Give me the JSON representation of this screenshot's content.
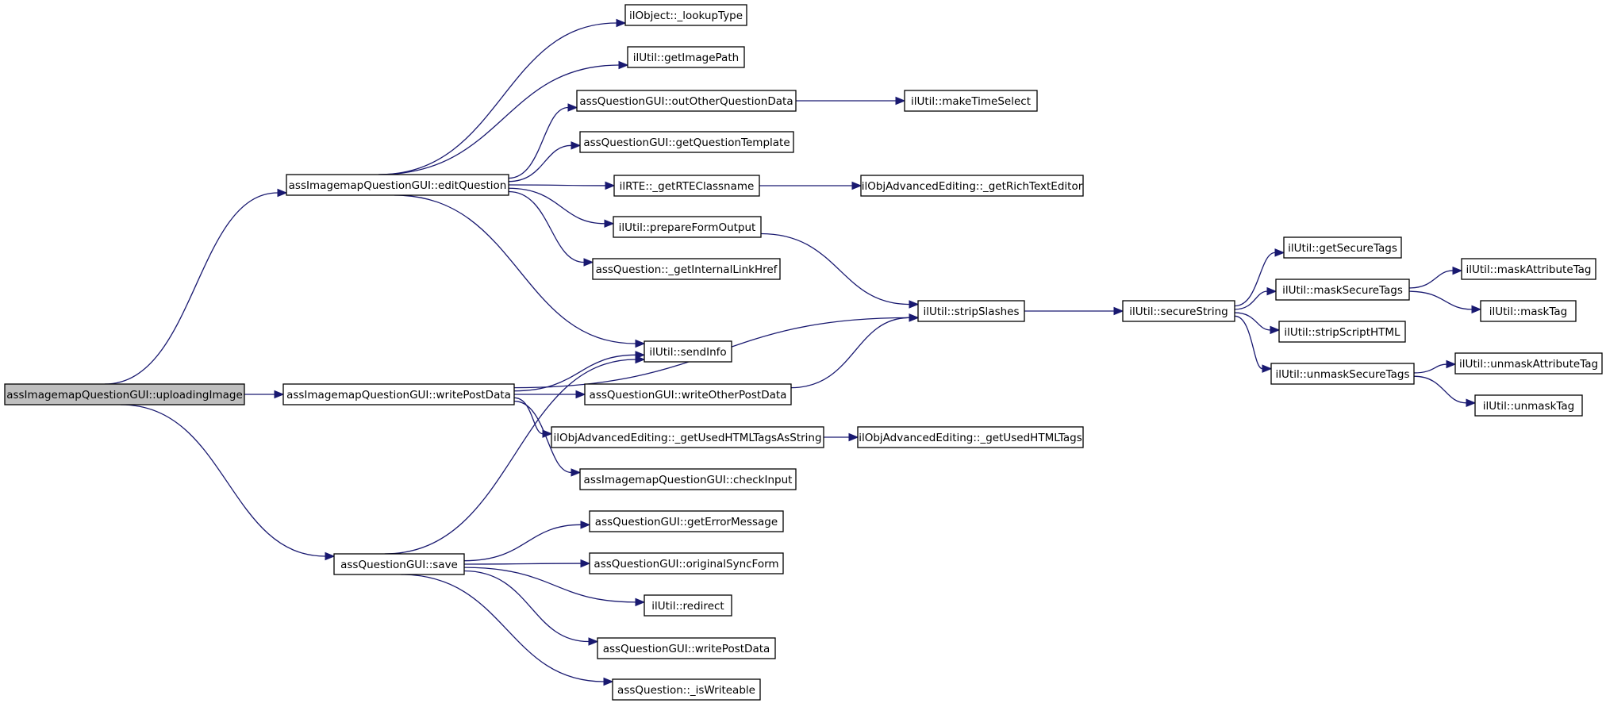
{
  "diagram": {
    "type": "call-graph",
    "nodes": [
      {
        "id": "root",
        "label": "assImagemapQuestionGUI::uploadingImage",
        "root": true
      },
      {
        "id": "edit",
        "label": "assImagemapQuestionGUI::editQuestion"
      },
      {
        "id": "wpd",
        "label": "assImagemapQuestionGUI::writePostData"
      },
      {
        "id": "save",
        "label": "assQuestionGUI::save"
      },
      {
        "id": "lookup",
        "label": "ilObject::_lookupType"
      },
      {
        "id": "imgpath",
        "label": "ilUtil::getImagePath"
      },
      {
        "id": "outother",
        "label": "assQuestionGUI::outOtherQuestionData"
      },
      {
        "id": "timesel",
        "label": "ilUtil::makeTimeSelect"
      },
      {
        "id": "qtpl",
        "label": "assQuestionGUI::getQuestionTemplate"
      },
      {
        "id": "rte",
        "label": "ilRTE::_getRTEClassname"
      },
      {
        "id": "richtext",
        "label": "ilObjAdvancedEditing::_getRichTextEditor"
      },
      {
        "id": "prepform",
        "label": "ilUtil::prepareFormOutput"
      },
      {
        "id": "intlink",
        "label": "assQuestion::_getInternalLinkHref"
      },
      {
        "id": "strip",
        "label": "ilUtil::stripSlashes"
      },
      {
        "id": "sendinfo",
        "label": "ilUtil::sendInfo"
      },
      {
        "id": "wopd",
        "label": "assQuestionGUI::writeOtherPostData"
      },
      {
        "id": "usedstr",
        "label": "ilObjAdvancedEditing::_getUsedHTMLTagsAsString"
      },
      {
        "id": "usedtags",
        "label": "ilObjAdvancedEditing::_getUsedHTMLTags"
      },
      {
        "id": "checkinput",
        "label": "assImagemapQuestionGUI::checkInput"
      },
      {
        "id": "secstr",
        "label": "ilUtil::secureString"
      },
      {
        "id": "getsec",
        "label": "ilUtil::getSecureTags"
      },
      {
        "id": "masksec",
        "label": "ilUtil::maskSecureTags"
      },
      {
        "id": "maskattr",
        "label": "ilUtil::maskAttributeTag"
      },
      {
        "id": "masktag",
        "label": "ilUtil::maskTag"
      },
      {
        "id": "stripscript",
        "label": "ilUtil::stripScriptHTML"
      },
      {
        "id": "unmasksec",
        "label": "ilUtil::unmaskSecureTags"
      },
      {
        "id": "unmaskattr",
        "label": "ilUtil::unmaskAttributeTag"
      },
      {
        "id": "unmasktag",
        "label": "ilUtil::unmaskTag"
      },
      {
        "id": "errmsg",
        "label": "assQuestionGUI::getErrorMessage"
      },
      {
        "id": "origsync",
        "label": "assQuestionGUI::originalSyncForm"
      },
      {
        "id": "redirect",
        "label": "ilUtil::redirect"
      },
      {
        "id": "qwpd",
        "label": "assQuestionGUI::writePostData"
      },
      {
        "id": "iswrite",
        "label": "assQuestion::_isWriteable"
      }
    ],
    "edges": [
      {
        "from": "root",
        "to": "edit"
      },
      {
        "from": "root",
        "to": "wpd"
      },
      {
        "from": "root",
        "to": "save"
      },
      {
        "from": "edit",
        "to": "lookup"
      },
      {
        "from": "edit",
        "to": "imgpath"
      },
      {
        "from": "edit",
        "to": "outother"
      },
      {
        "from": "edit",
        "to": "qtpl"
      },
      {
        "from": "edit",
        "to": "rte"
      },
      {
        "from": "edit",
        "to": "prepform"
      },
      {
        "from": "edit",
        "to": "intlink"
      },
      {
        "from": "edit",
        "to": "sendinfo"
      },
      {
        "from": "outother",
        "to": "timesel"
      },
      {
        "from": "rte",
        "to": "richtext"
      },
      {
        "from": "prepform",
        "to": "strip"
      },
      {
        "from": "wpd",
        "to": "strip"
      },
      {
        "from": "wpd",
        "to": "sendinfo"
      },
      {
        "from": "wpd",
        "to": "wopd"
      },
      {
        "from": "wpd",
        "to": "usedstr"
      },
      {
        "from": "wpd",
        "to": "checkinput"
      },
      {
        "from": "wopd",
        "to": "strip"
      },
      {
        "from": "usedstr",
        "to": "usedtags"
      },
      {
        "from": "strip",
        "to": "secstr"
      },
      {
        "from": "secstr",
        "to": "getsec"
      },
      {
        "from": "secstr",
        "to": "masksec"
      },
      {
        "from": "secstr",
        "to": "stripscript"
      },
      {
        "from": "secstr",
        "to": "unmasksec"
      },
      {
        "from": "masksec",
        "to": "maskattr"
      },
      {
        "from": "masksec",
        "to": "masktag"
      },
      {
        "from": "unmasksec",
        "to": "unmaskattr"
      },
      {
        "from": "unmasksec",
        "to": "unmasktag"
      },
      {
        "from": "save",
        "to": "sendinfo"
      },
      {
        "from": "save",
        "to": "errmsg"
      },
      {
        "from": "save",
        "to": "origsync"
      },
      {
        "from": "save",
        "to": "redirect"
      },
      {
        "from": "save",
        "to": "qwpd"
      },
      {
        "from": "save",
        "to": "iswrite"
      }
    ],
    "colors": {
      "edge": "#191970",
      "root_fill": "#bfbfbf",
      "node_fill": "#ffffff",
      "node_border": "#000000"
    }
  }
}
